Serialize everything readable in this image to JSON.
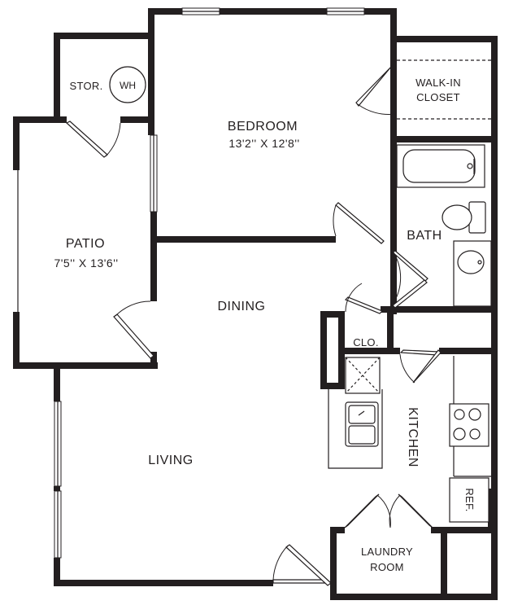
{
  "rooms": {
    "bedroom": {
      "name": "BEDROOM",
      "dims": "13'2'' X 12'8''"
    },
    "patio": {
      "name": "PATIO",
      "dims": "7'5'' X 13'6''"
    },
    "storage": "STOR.",
    "water_heater": "WH",
    "walk_in_closet": {
      "line1": "WALK-IN",
      "line2": "CLOSET"
    },
    "bath": "BATH",
    "dining": "DINING",
    "closet": "CLO.",
    "kitchen": "KITCHEN",
    "living": "LIVING",
    "refrigerator": "REF.",
    "laundry_room": {
      "line1": "LAUNDRY",
      "line2": "ROOM"
    }
  },
  "colors": {
    "wall": "#231f20",
    "background": "#ffffff"
  }
}
